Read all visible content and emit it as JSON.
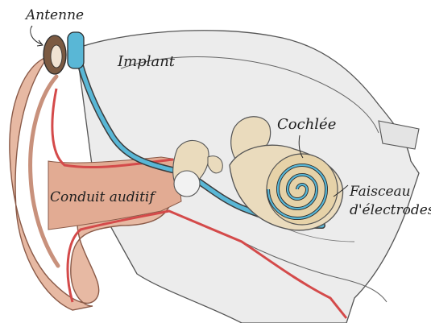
{
  "labels": {
    "antenna": "Antenne",
    "implant": "Implant",
    "cochlea": "Cochlée",
    "canal": "Conduit auditif",
    "bundle_line1": "Faisceau",
    "bundle_line2": "d'électrodes"
  },
  "colors": {
    "skin": "#e7b9a3",
    "skin_dark": "#c8917c",
    "canal_red": "#d44a4a",
    "electrode_blue": "#59b7d6",
    "bone": "#eadbbd",
    "bone_shade": "#d2bd92",
    "tissue": "#e9e9e9",
    "outline": "#2a2a2a",
    "antenna_brown": "#6e4a32"
  }
}
